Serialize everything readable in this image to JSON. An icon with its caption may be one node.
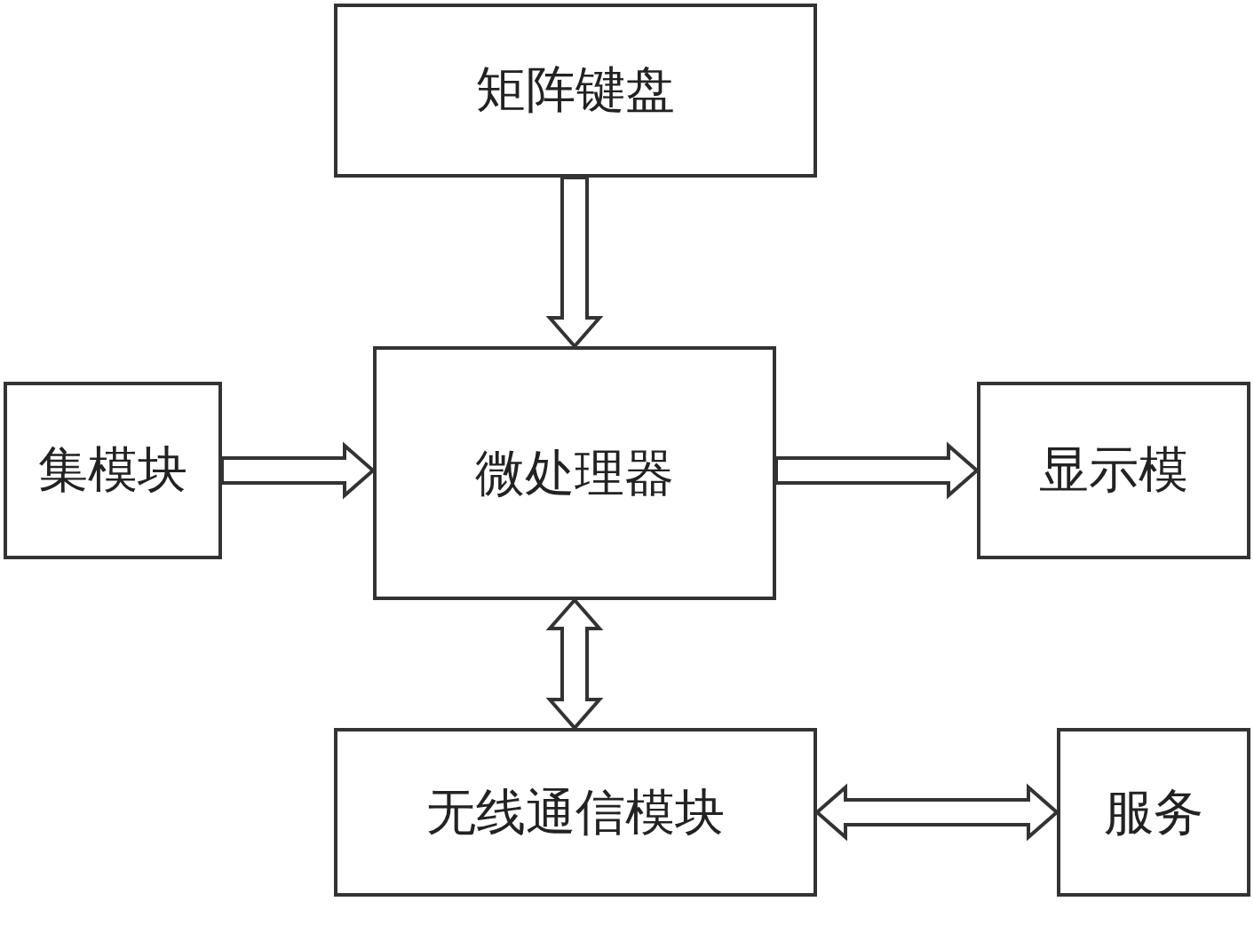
{
  "diagram": {
    "nodes": [
      {
        "text": [
          "矩阵键盘"
        ]
      },
      {
        "text": [
          "集模块"
        ]
      },
      {
        "text": [
          "微处理器"
        ]
      },
      {
        "text": [
          "显示模"
        ]
      },
      {
        "text": [
          "无线通信模块"
        ]
      },
      {
        "text": [
          "服务"
        ]
      }
    ],
    "edges": [
      {
        "from": 0,
        "to": 2,
        "arrow": "to"
      },
      {
        "from": 1,
        "to": 2,
        "arrow": "to"
      },
      {
        "from": 2,
        "to": 3,
        "arrow": "to"
      },
      {
        "from": 2,
        "to": 4,
        "arrow": "both"
      },
      {
        "from": 4,
        "to": 5,
        "arrow": "both"
      }
    ]
  }
}
